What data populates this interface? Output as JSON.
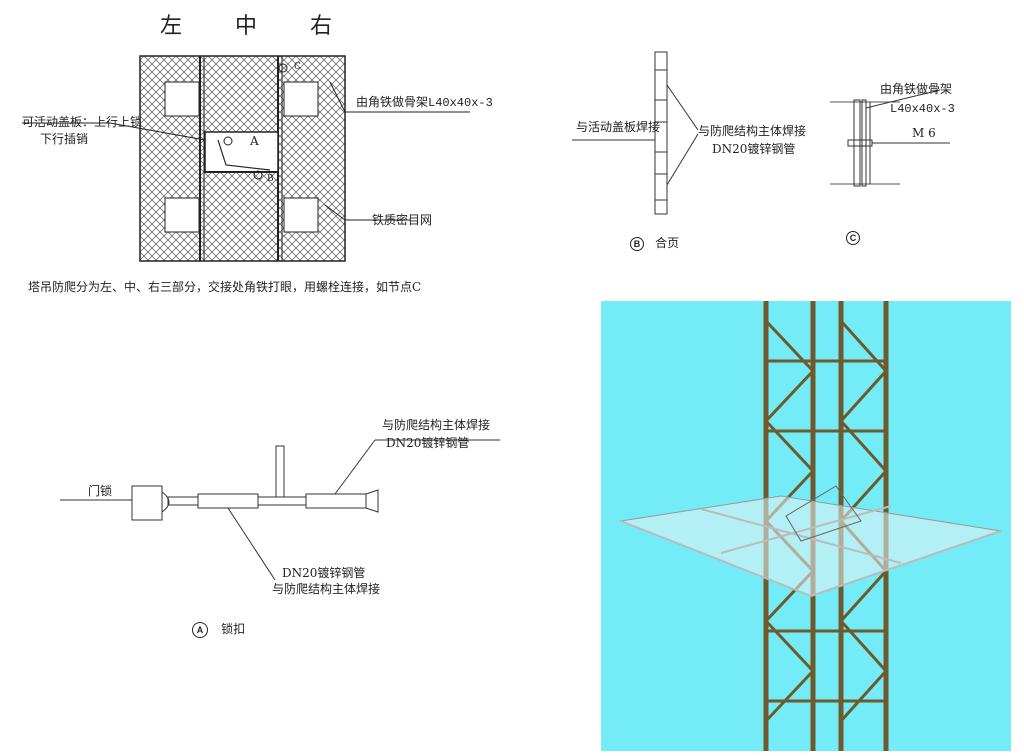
{
  "header": {
    "left": "左",
    "middle": "中",
    "right": "右"
  },
  "plan": {
    "label_cover_line1": "可活动盖板：上行上锁",
    "label_cover_line2": "下行插销",
    "label_frame": "由角铁做骨架L40x40x-3",
    "label_mesh": "铁质密目网",
    "marker_a": "A",
    "marker_b": "B",
    "marker_c": "C",
    "caption": "塔吊防爬分为左、中、右三部分，交接处角铁打眼，用螺栓连接，如节点C"
  },
  "detail_b": {
    "label_weld_cover": "与活动盖板焊接",
    "label_weld_main": "与防爬结构主体焊接",
    "label_pipe": "DN20镀锌钢管",
    "marker": "B",
    "caption": "合页"
  },
  "detail_c": {
    "label_frame": "由角铁做骨架",
    "label_size": "L40x40x-3",
    "label_bolt": "M 6",
    "marker": "C"
  },
  "detail_a": {
    "label_weld_top": "与防爬结构主体焊接",
    "label_pipe_top": "DN20镀锌钢管",
    "label_lock": "门锁",
    "label_pipe_bottom": "DN20镀锌钢管",
    "label_weld_bottom": "与防爬结构主体焊接",
    "marker": "A",
    "caption": "锁扣"
  },
  "colors": {
    "sky": "#73ecf7",
    "steel": "#6e5a2c",
    "mesh": "#e8f4f6"
  }
}
